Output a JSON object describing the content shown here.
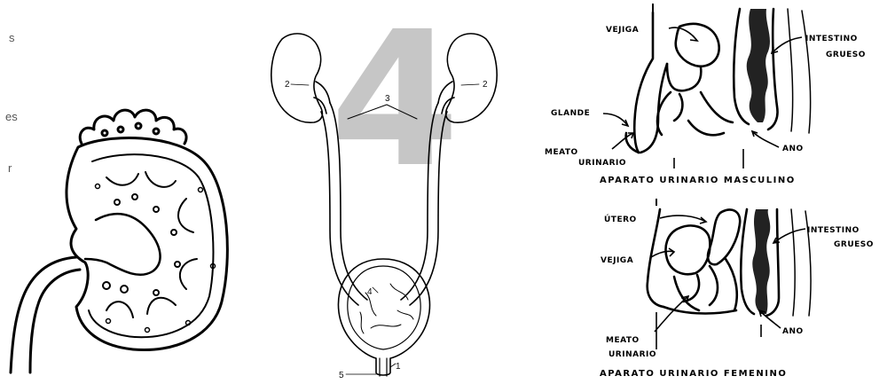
{
  "panels": {
    "kidney_section": {
      "edge_letters": [
        "s",
        "es",
        "r"
      ]
    },
    "urinary_system": {
      "watermark": "4",
      "labels": [
        "2",
        "2",
        "3",
        "4",
        "5",
        "1"
      ]
    },
    "male": {
      "labels": [
        "VEJIGA",
        "INTESTINO",
        "GRUESO",
        "GLANDE",
        "MEATO",
        "URINARIO",
        "ANO"
      ],
      "caption": "APARATO URINARIO MASCULINO"
    },
    "female": {
      "labels": [
        "ÚTERO",
        "INTESTINO",
        "GRUESO",
        "VEJIGA",
        "MEATO",
        "URINARIO",
        "ANO"
      ],
      "caption": "APARATO URINARIO FEMENINO"
    }
  }
}
